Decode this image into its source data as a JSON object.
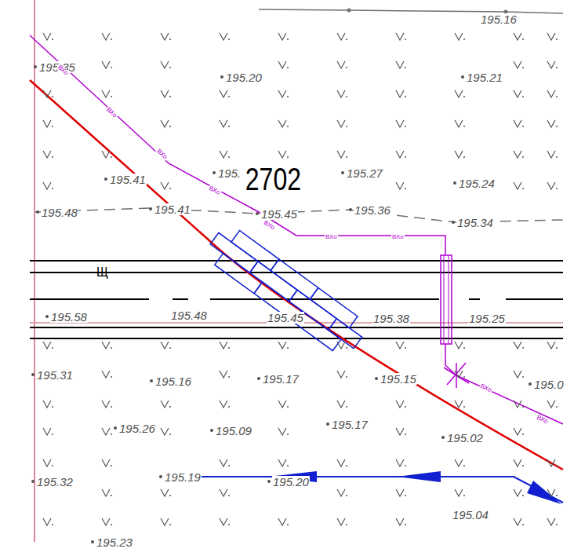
{
  "diagram": {
    "labels": [
      "195.16",
      "195.35",
      "195.20",
      "195.21",
      "ВХо",
      "ВХо",
      "195.41",
      "ВХо",
      "195.",
      "2702",
      "195.27",
      "195.24",
      "ВХо",
      "195.48",
      "195.41",
      "195.45",
      "ВХо",
      "195.36",
      "ВХо",
      "ВХо",
      "195.34",
      "Щ",
      "195.58",
      "195.48",
      "195.45",
      "195.38",
      "195.25",
      "195.31",
      "195.16",
      "195.17",
      "195.15",
      "195.0",
      "ВХо",
      "ВХо",
      "195.26",
      "195.09",
      "195.17",
      "195.02",
      "195.32",
      "195.19",
      "195.20",
      "195.04",
      "195.23"
    ]
  }
}
